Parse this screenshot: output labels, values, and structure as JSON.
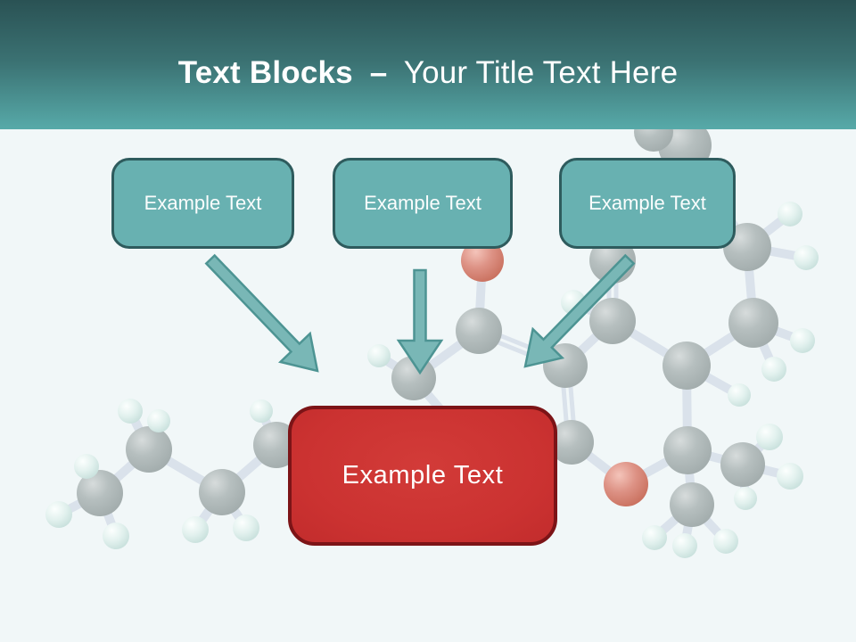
{
  "slide": {
    "header": {
      "title_bold": "Text Blocks",
      "title_separator": "–",
      "title_regular": "Your Title Text Here"
    },
    "text_blocks": [
      {
        "label": "Example Text"
      },
      {
        "label": "Example Text"
      },
      {
        "label": "Example Text"
      }
    ],
    "result_block": {
      "label": "Example Text"
    },
    "connectors": [
      {
        "name": "arrow-down-right"
      },
      {
        "name": "arrow-down"
      },
      {
        "name": "arrow-down-left"
      }
    ],
    "background_image": {
      "name": "molecule-watermark"
    },
    "colors": {
      "header_gradient_top": "#2a5254",
      "header_gradient_bottom": "#57aaa9",
      "page_background": "#f1f7f8",
      "block_fill": "#68b1b1",
      "block_border": "#2e5b5d",
      "result_fill": "#cc3231",
      "result_border": "#7c1417",
      "arrow_fill": "#79b7b6",
      "arrow_border": "#4d9493",
      "text": "#ffffff"
    }
  }
}
